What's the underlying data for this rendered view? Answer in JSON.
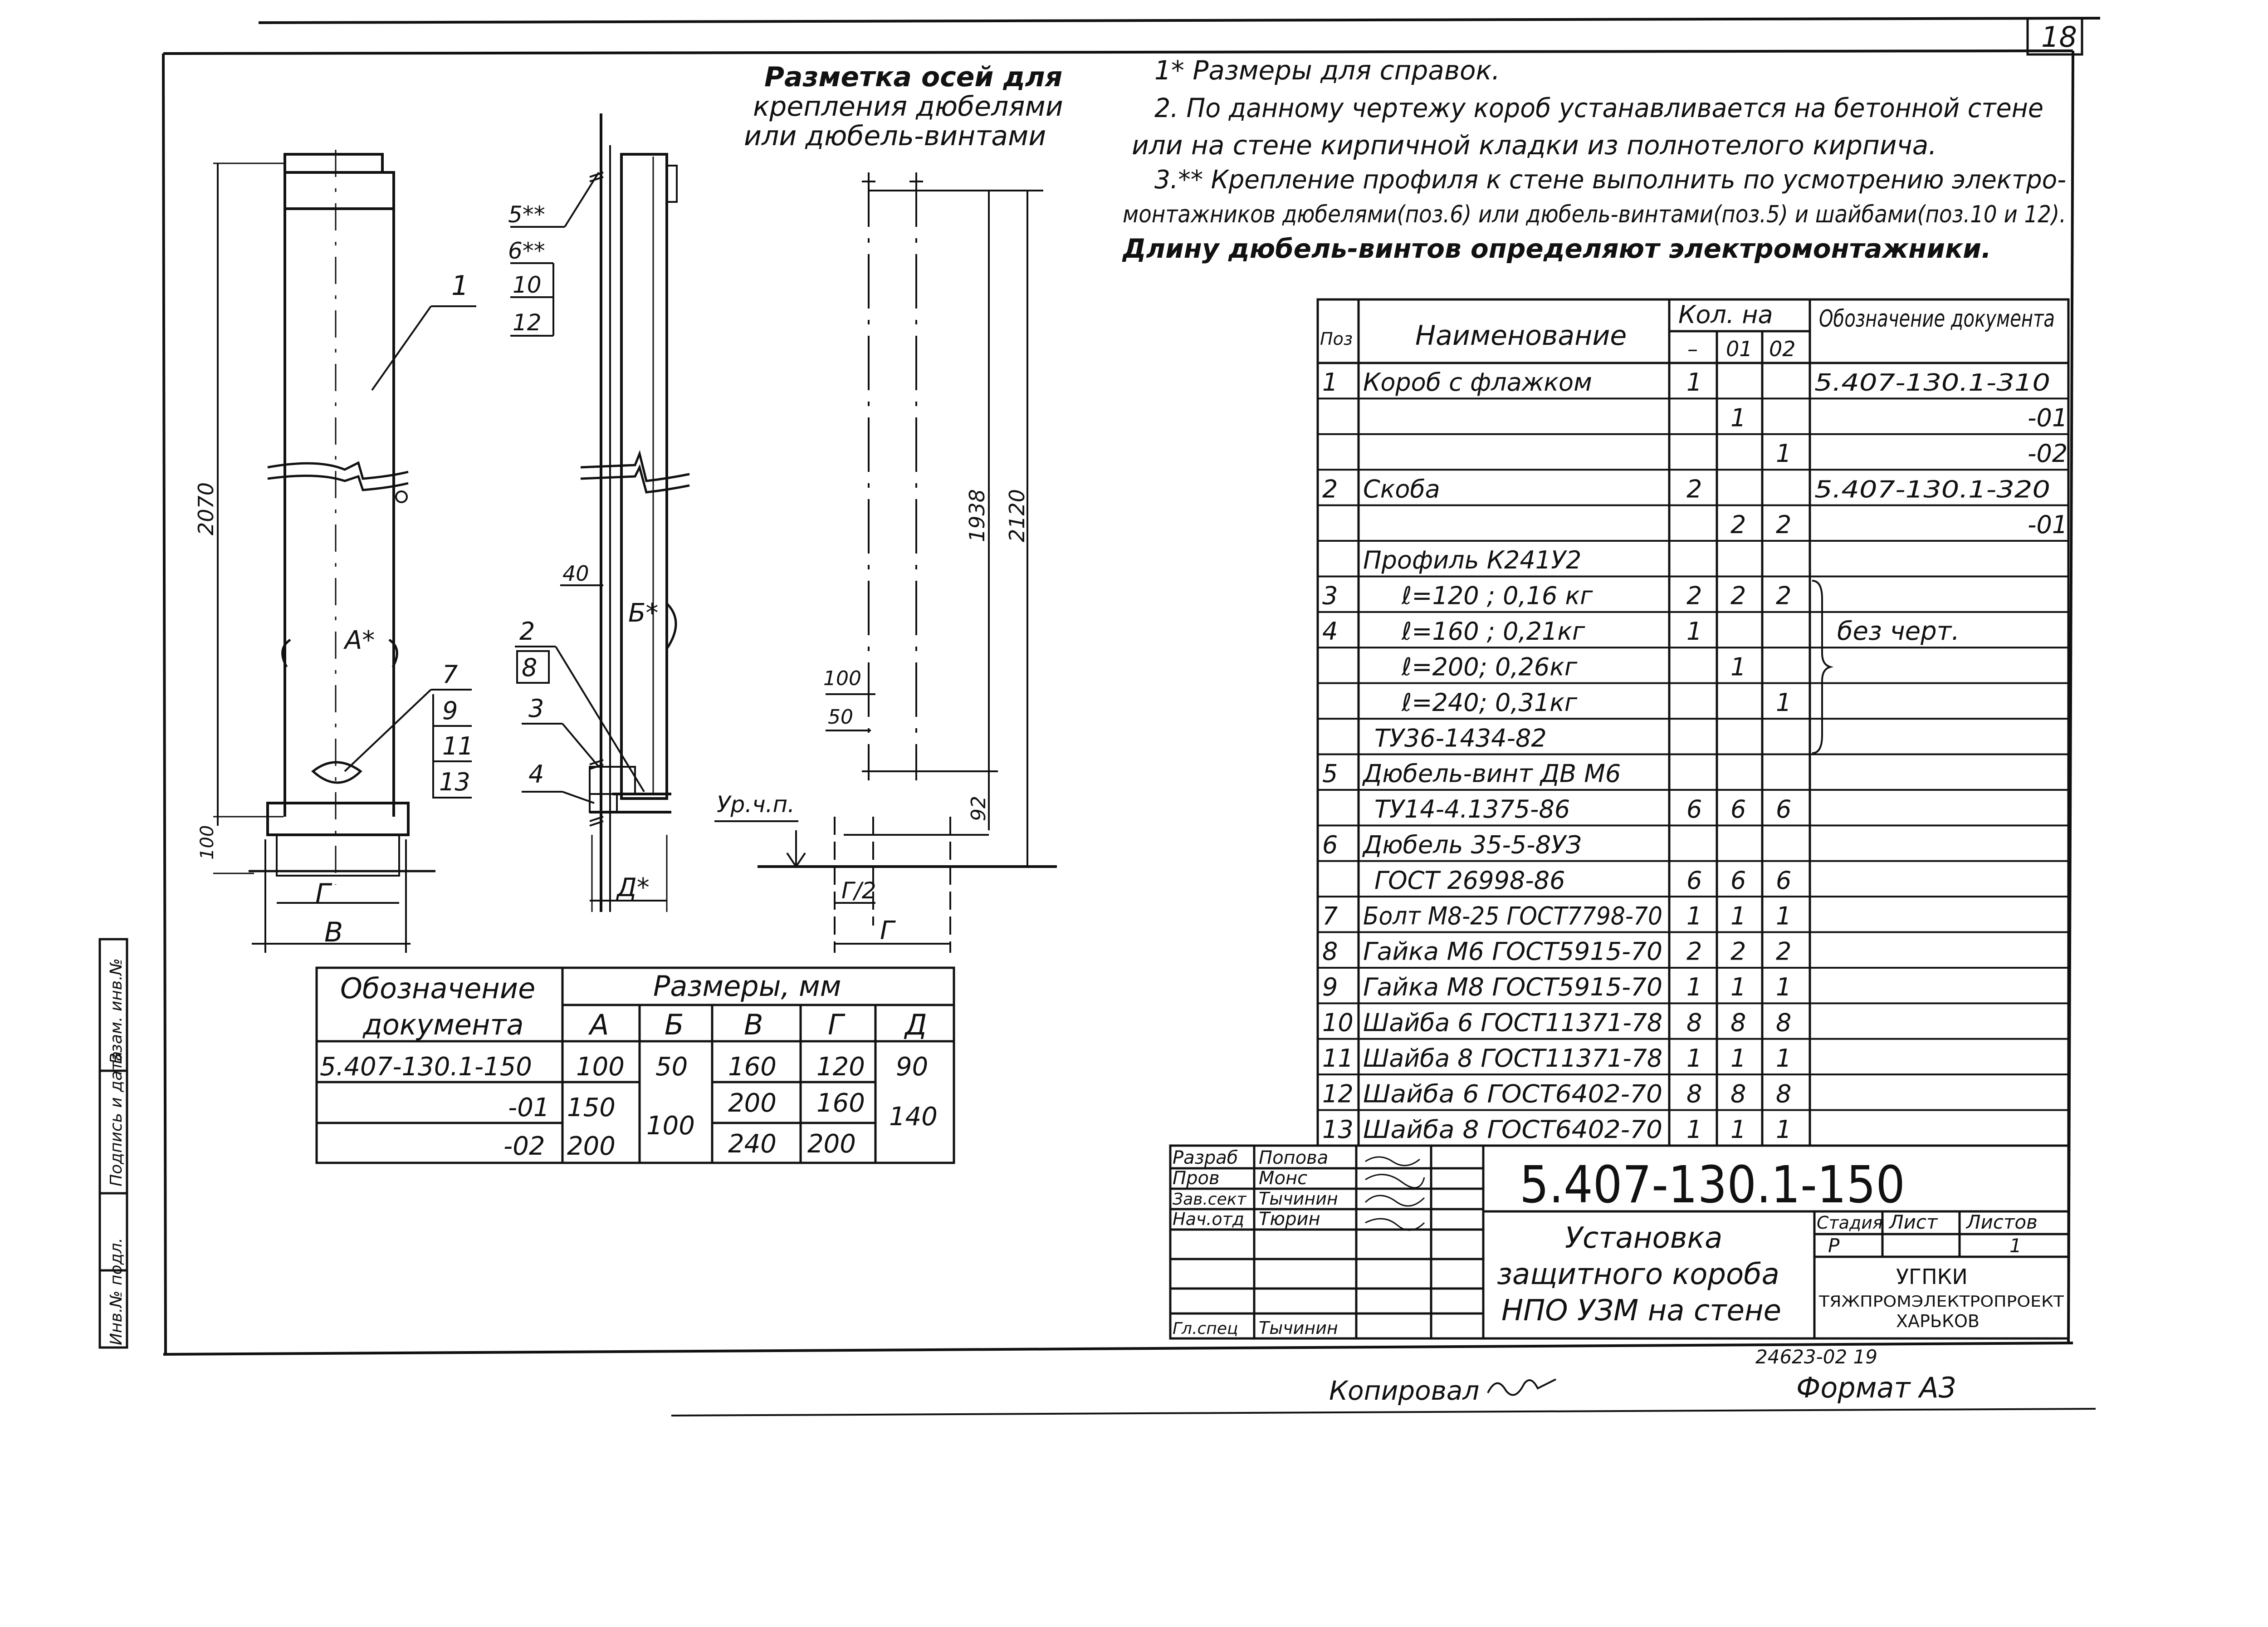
{
  "sheet": {
    "sheet_number": "18",
    "copied_by": "Копировал",
    "format": "Формат А3",
    "archive_code": "24623-02  19",
    "left_strip": [
      "Инв.№ подл.",
      "Подпись и дата",
      "Взам. инв.№"
    ]
  },
  "titles": {
    "axis_layout": [
      "Разметка осей для",
      "крепления дюбелями",
      "или дюбель-винтами"
    ]
  },
  "notes": [
    "1* Размеры для справок.",
    "2. По данному чертежу короб устанавливается на бетонной стене",
    "или на стене кирпичной кладки из полнотелого кирпича.",
    "3.** Крепление профиля к стене выполнить по усмотрению электро-",
    "монтажников дюбелями(поз.6) или дюбель-винтами(поз.5) и шайбами(поз.10 и 12).",
    "Длину дюбель-винтов определяют электромонтажники."
  ],
  "drawing_labels": {
    "front": {
      "dim_2070": "2070",
      "dim_100": "100",
      "pos_1": "1",
      "section_a": "А*",
      "dim_g": "Г",
      "dim_v": "В",
      "callout_7": [
        "7",
        "9",
        "11",
        "13"
      ]
    },
    "side": {
      "callout_5": [
        "5**",
        "6**",
        "10",
        "12"
      ],
      "dim_40": "40",
      "section_b": "Б*",
      "callout_2": [
        "2",
        "8"
      ],
      "pos_3": "3",
      "pos_4": "4",
      "dim_d": "Д*"
    },
    "layout": {
      "dim_1938": "1938",
      "dim_2120": "2120",
      "dim_100": "100",
      "dim_50": "50",
      "dim_92": "92",
      "floor_level": "Ур.ч.п.",
      "dim_g_half": "Г/2",
      "dim_g": "Г"
    }
  },
  "spec_table": {
    "headers": {
      "pos": "Поз",
      "name": "Наименование",
      "qty": "Кол. на",
      "qty_cols": [
        "–",
        "01",
        "02"
      ],
      "doc": "Обозначение документа"
    },
    "rows": [
      {
        "pos": "1",
        "name": "Короб с флажком",
        "q0": "1",
        "q1": "",
        "q2": "",
        "doc": "5.407-130.1-310"
      },
      {
        "pos": "",
        "name": "",
        "q0": "",
        "q1": "1",
        "q2": "",
        "doc": "-01"
      },
      {
        "pos": "",
        "name": "",
        "q0": "",
        "q1": "",
        "q2": "1",
        "doc": "-02"
      },
      {
        "pos": "2",
        "name": "Скоба",
        "q0": "2",
        "q1": "",
        "q2": "",
        "doc": "5.407-130.1-320"
      },
      {
        "pos": "",
        "name": "",
        "q0": "",
        "q1": "2",
        "q2": "2",
        "doc": "-01"
      },
      {
        "pos": "",
        "name": "Профиль К241У2",
        "q0": "",
        "q1": "",
        "q2": "",
        "doc": ""
      },
      {
        "pos": "3",
        "name": "ℓ=120 ; 0,16 кг",
        "q0": "2",
        "q1": "2",
        "q2": "2",
        "doc": ""
      },
      {
        "pos": "4",
        "name": "ℓ=160 ; 0,21кг",
        "q0": "1",
        "q1": "",
        "q2": "",
        "doc": "без черт."
      },
      {
        "pos": "",
        "name": "ℓ=200; 0,26кг",
        "q0": "",
        "q1": "1",
        "q2": "",
        "doc": ""
      },
      {
        "pos": "",
        "name": "ℓ=240; 0,31кг",
        "q0": "",
        "q1": "",
        "q2": "1",
        "doc": ""
      },
      {
        "pos": "",
        "name": "ТУ36-1434-82",
        "q0": "",
        "q1": "",
        "q2": "",
        "doc": ""
      },
      {
        "pos": "5",
        "name": "Дюбель-винт ДВ М6",
        "q0": "",
        "q1": "",
        "q2": "",
        "doc": ""
      },
      {
        "pos": "",
        "name": "ТУ14-4.1375-86",
        "q0": "6",
        "q1": "6",
        "q2": "6",
        "doc": ""
      },
      {
        "pos": "6",
        "name": "Дюбель 35-5-8УЗ",
        "q0": "",
        "q1": "",
        "q2": "",
        "doc": ""
      },
      {
        "pos": "",
        "name": "ГОСТ 26998-86",
        "q0": "6",
        "q1": "6",
        "q2": "6",
        "doc": ""
      },
      {
        "pos": "7",
        "name": "Болт М8-25 ГОСТ7798-70",
        "q0": "1",
        "q1": "1",
        "q2": "1",
        "doc": ""
      },
      {
        "pos": "8",
        "name": "Гайка М6 ГОСТ5915-70",
        "q0": "2",
        "q1": "2",
        "q2": "2",
        "doc": ""
      },
      {
        "pos": "9",
        "name": "Гайка М8 ГОСТ5915-70",
        "q0": "1",
        "q1": "1",
        "q2": "1",
        "doc": ""
      },
      {
        "pos": "10",
        "name": "Шайба 6 ГОСТ11371-78",
        "q0": "8",
        "q1": "8",
        "q2": "8",
        "doc": ""
      },
      {
        "pos": "11",
        "name": "Шайба 8 ГОСТ11371-78",
        "q0": "1",
        "q1": "1",
        "q2": "1",
        "doc": ""
      },
      {
        "pos": "12",
        "name": "Шайба 6 ГОСТ6402-70",
        "q0": "8",
        "q1": "8",
        "q2": "8",
        "doc": ""
      },
      {
        "pos": "13",
        "name": "Шайба 8 ГОСТ6402-70",
        "q0": "1",
        "q1": "1",
        "q2": "1",
        "doc": ""
      }
    ]
  },
  "dim_table": {
    "header_doc": [
      "Обозначение",
      "документа"
    ],
    "header_sizes": "Размеры, мм",
    "cols": [
      "А",
      "Б",
      "В",
      "Г",
      "Д"
    ],
    "rows": [
      {
        "doc": "5.407-130.1-150",
        "a": "100",
        "b": "50",
        "v": "160",
        "g": "120",
        "d": "90"
      },
      {
        "doc": "-01",
        "a": "150",
        "b": "",
        "v": "200",
        "g": "160",
        "d": ""
      },
      {
        "doc": "-02",
        "a": "200",
        "b": "",
        "v": "240",
        "g": "200",
        "d": ""
      }
    ],
    "merged_b": "100",
    "merged_d": "140"
  },
  "title_block": {
    "code": "5.407-130.1-150",
    "roles": [
      "Разраб",
      "Пров",
      "Зав.сект",
      "Нач.отд",
      "",
      "",
      "Гл.спец"
    ],
    "people": [
      "Попова",
      "Монс",
      "Тычинин",
      "Тюрин",
      "",
      "",
      "Тычинин"
    ],
    "title_lines": [
      "Установка",
      "защитного короба",
      "НПО УЗМ на стене"
    ],
    "stage_label": "Стадия",
    "sheet_label": "Лист",
    "sheets_label": "Листов",
    "stage": "Р",
    "sheets_total": "1",
    "org_lines": [
      "УГПКИ",
      "ТЯЖПРОМЭЛЕКТРОПРОЕКТ",
      "ХАРЬКОВ"
    ]
  }
}
